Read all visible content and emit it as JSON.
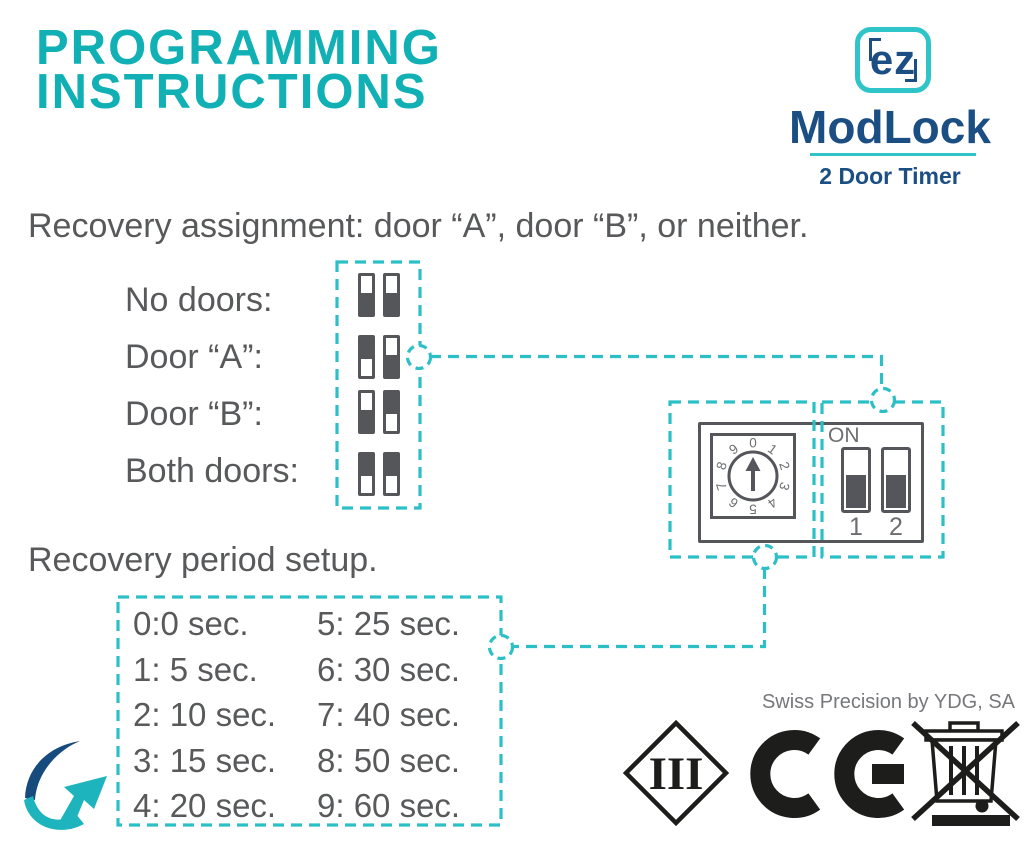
{
  "title": {
    "line1": "PROGRAMMING",
    "line2": "INSTRUCTIONS"
  },
  "brand": {
    "logo": "ez",
    "name": "ModLock",
    "tagline": "2 Door Timer"
  },
  "assignment": {
    "heading": "Recovery assignment: door “A”, door “B”, or neither.",
    "options": [
      {
        "label": "No doors:",
        "sw1": "up",
        "sw2": "up"
      },
      {
        "label": "Door “A”:",
        "sw1": "down",
        "sw2": "up"
      },
      {
        "label": "Door “B”:",
        "sw1": "up",
        "sw2": "down"
      },
      {
        "label": "Both doors:",
        "sw1": "down",
        "sw2": "down"
      }
    ]
  },
  "period": {
    "heading": "Recovery period setup.",
    "col1": [
      "0:0 sec.",
      "1: 5 sec.",
      "2: 10 sec.",
      "3: 15 sec.",
      "4: 20 sec."
    ],
    "col2": [
      "5: 25 sec.",
      "6: 30 sec.",
      "7: 40 sec.",
      "8: 50 sec.",
      "9: 60 sec."
    ]
  },
  "device": {
    "on_label": "ON",
    "switch_numbers": [
      "1",
      "2"
    ],
    "dial": [
      "0",
      "1",
      "2",
      "3",
      "4",
      "5",
      "6",
      "7",
      "8",
      "9"
    ]
  },
  "footer": {
    "tagline": "Swiss Precision by YDG, SA",
    "class_symbol": "III"
  },
  "colors": {
    "teal_title": "#10b0b5",
    "teal_dashed": "#2cc0c6",
    "teal_logo_border": "#2fc4c8",
    "dark_blue": "#1b4e83",
    "text_gray": "#58595b",
    "switch_gray": "#54565a",
    "label_gray": "#6d6e71",
    "tagline_gray": "#77787b",
    "symbol_black": "#1d1d1b",
    "arrow_blue": "#174a7d",
    "arrow_teal": "#1db4bd"
  }
}
